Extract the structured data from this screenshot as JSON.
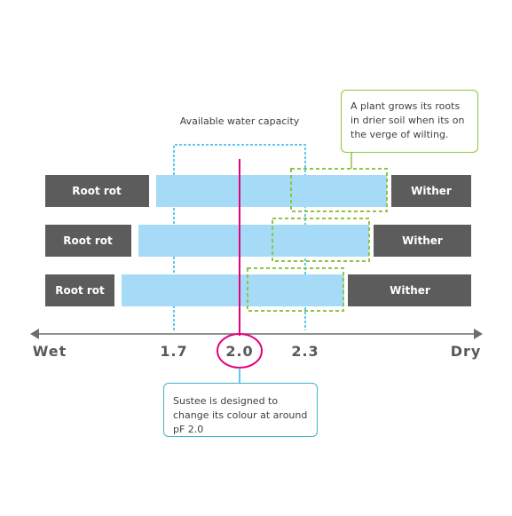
{
  "header": {
    "capacity_label": "Available water capacity"
  },
  "rows": [
    {
      "left_label": "Root rot",
      "right_label": "Wither"
    },
    {
      "left_label": "Root rot",
      "right_label": "Wither"
    },
    {
      "left_label": "Root rot",
      "right_label": "Wither"
    }
  ],
  "axis": {
    "left_label": "Wet",
    "right_label": "Dry",
    "ticks": [
      "1.7",
      "2.0",
      "2.3"
    ]
  },
  "callouts": {
    "roots": "A plant grows its roots in drier soil when its on the verge of wilting.",
    "sustee": "Sustee is designed to change its colour at around pF 2.0"
  },
  "colors": {
    "dark_box": "#5c5c5c",
    "light_bar": "#a6dbf7",
    "cyan": "#29b6e8",
    "magenta": "#e6007e",
    "green": "#8dc63f"
  }
}
